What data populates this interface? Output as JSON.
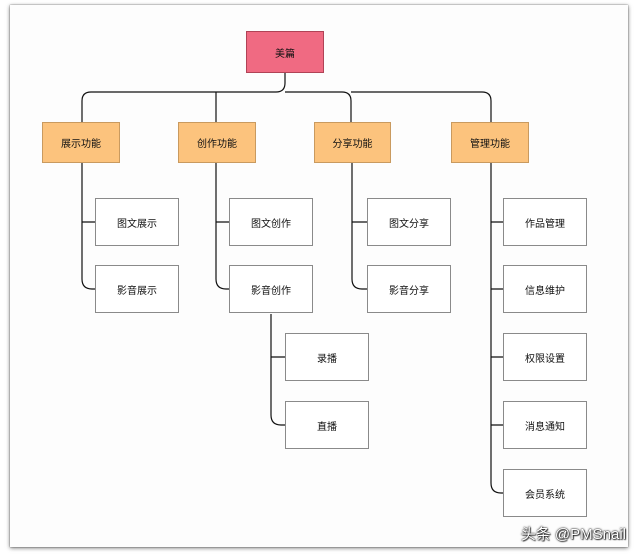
{
  "diagram": {
    "root": {
      "label": "美篇"
    },
    "categories": [
      {
        "label": "展示功能",
        "children": [
          {
            "label": "图文展示"
          },
          {
            "label": "影音展示"
          }
        ]
      },
      {
        "label": "创作功能",
        "children": [
          {
            "label": "图文创作"
          },
          {
            "label": "影音创作",
            "children": [
              {
                "label": "录播"
              },
              {
                "label": "直播"
              }
            ]
          }
        ]
      },
      {
        "label": "分享功能",
        "children": [
          {
            "label": "图文分享"
          },
          {
            "label": "影音分享"
          }
        ]
      },
      {
        "label": "管理功能",
        "children": [
          {
            "label": "作品管理"
          },
          {
            "label": "信息维护"
          },
          {
            "label": "权限设置"
          },
          {
            "label": "消息通知"
          },
          {
            "label": "会员系统"
          }
        ]
      }
    ],
    "colors": {
      "root_fill": "#f06a82",
      "category_fill": "#fcc37d",
      "leaf_fill": "#ffffff",
      "line": "#111111"
    }
  },
  "watermark": {
    "text": "头条 @PMSnail"
  }
}
